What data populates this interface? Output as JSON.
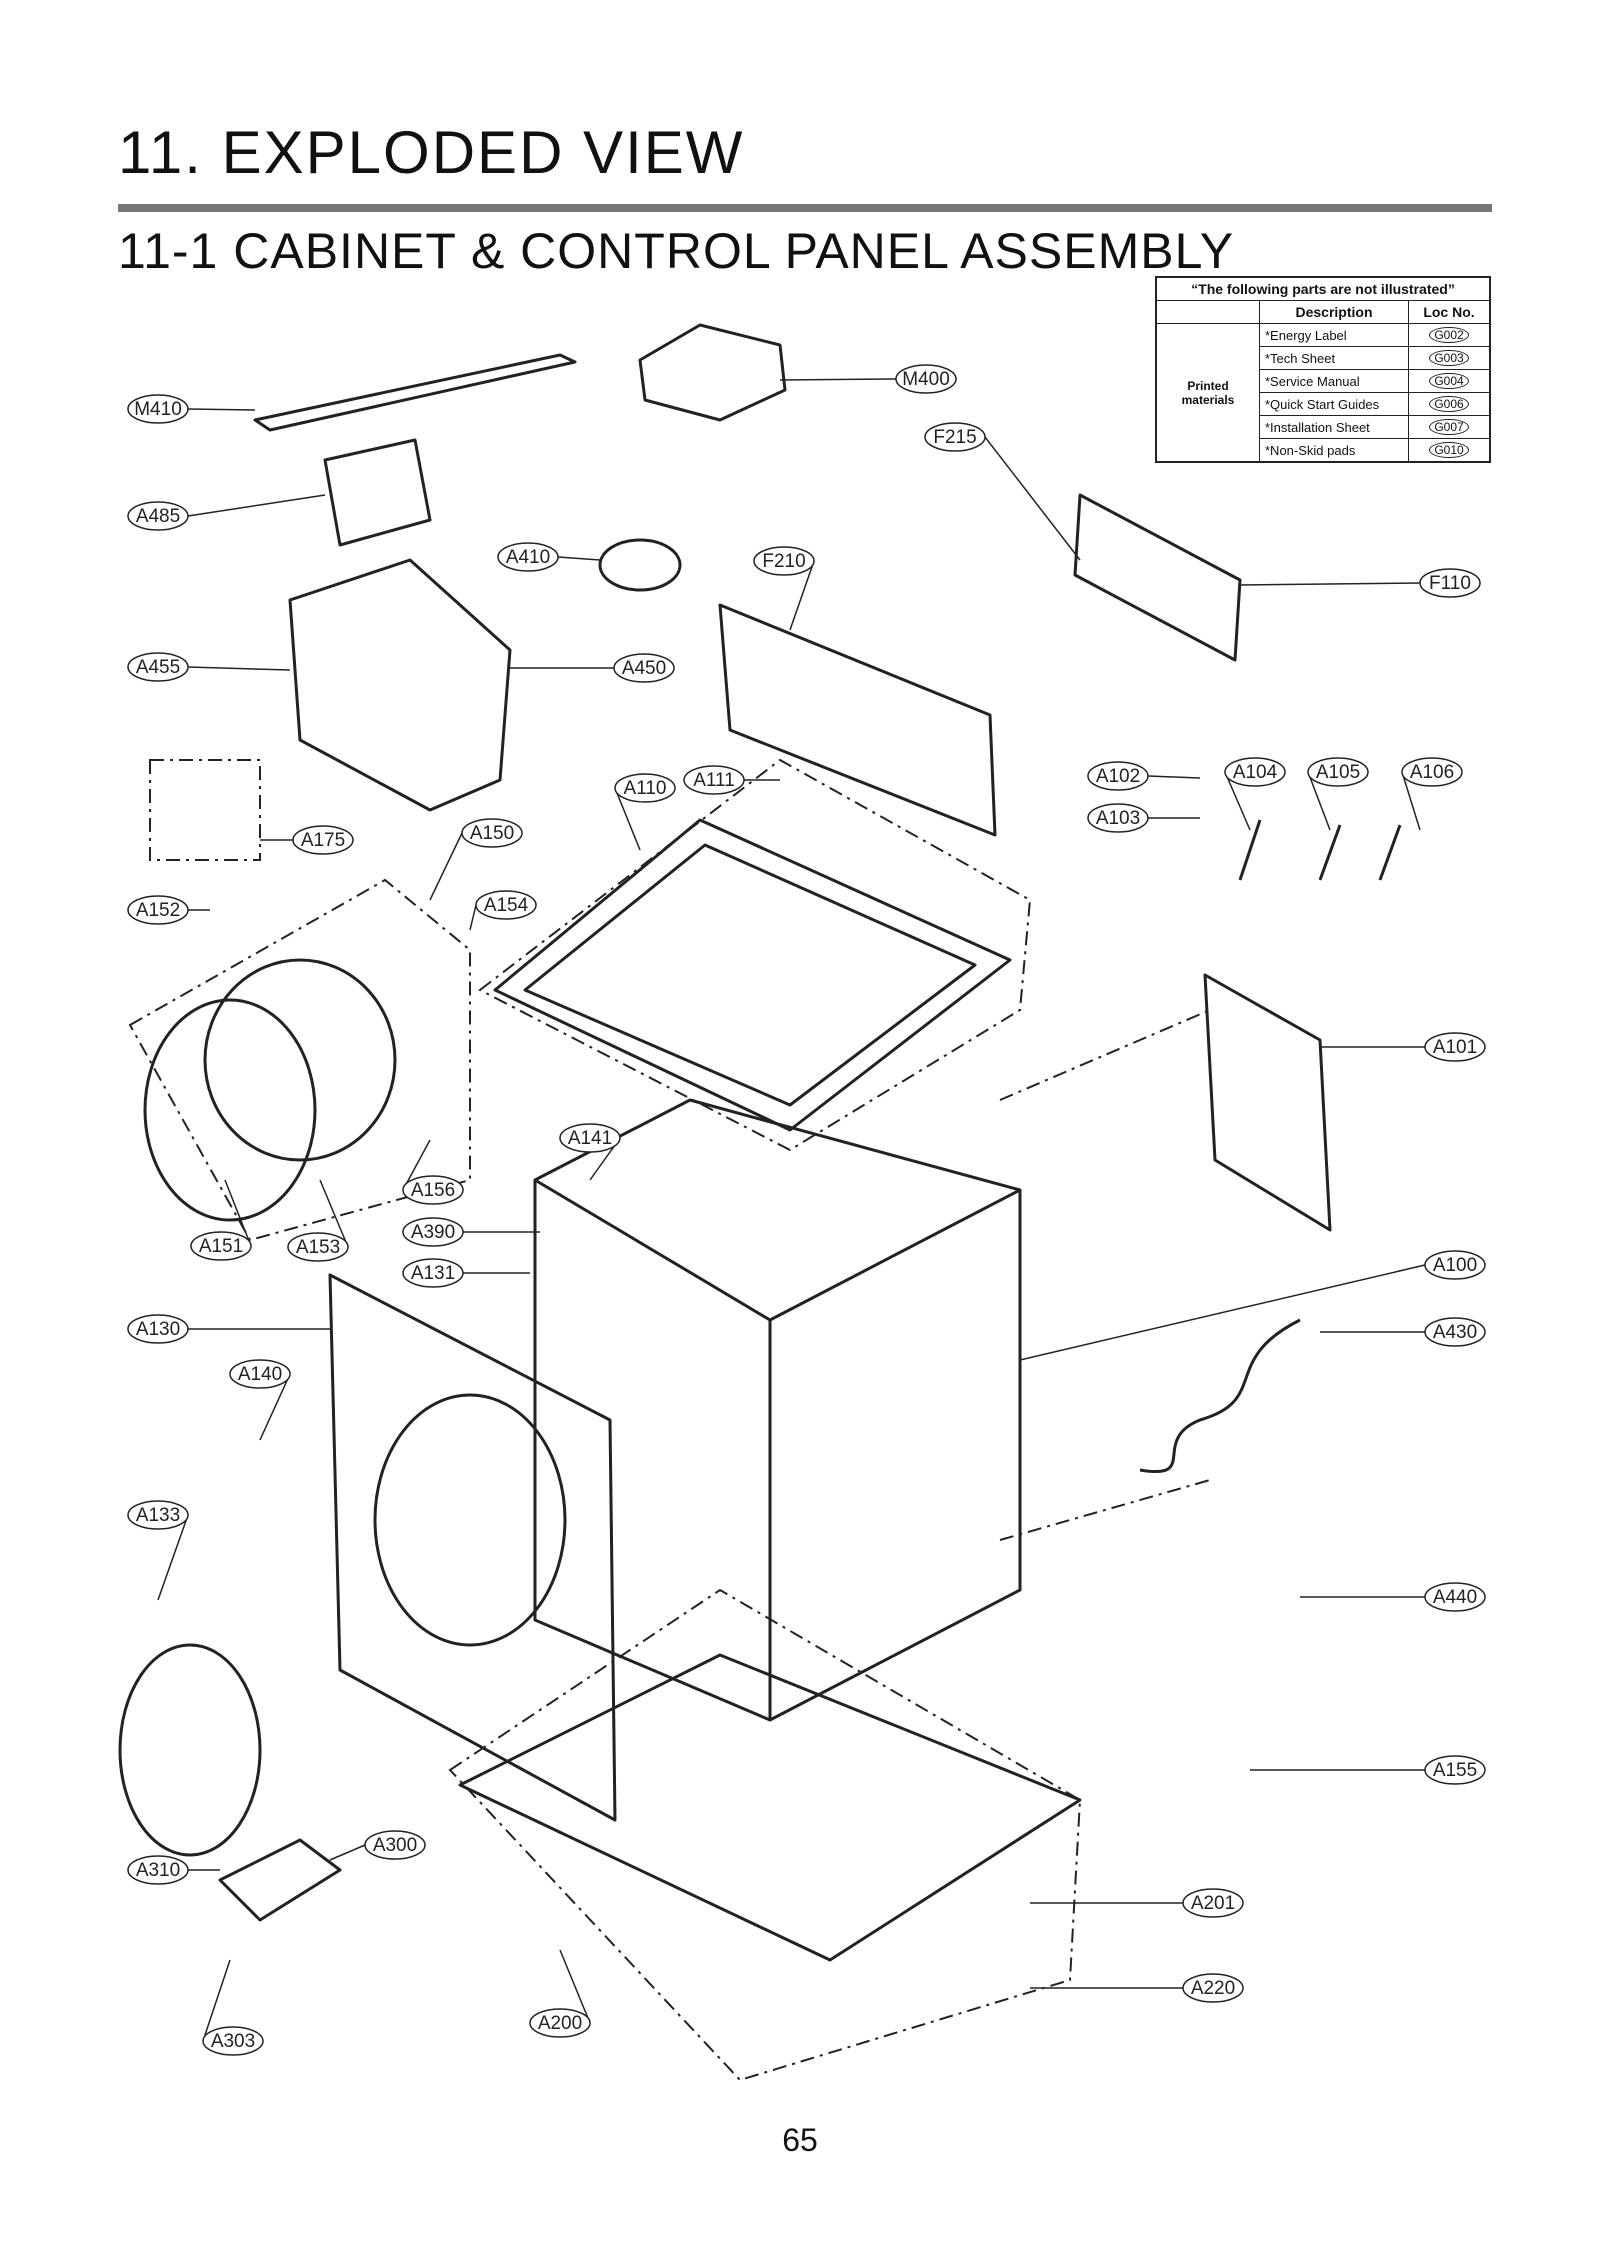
{
  "page": {
    "title": "11. EXPLODED VIEW",
    "subtitle": "11-1 CABINET & CONTROL PANEL ASSEMBLY",
    "page_number": "65"
  },
  "not_illustrated": {
    "heading": "“The following parts are not illustrated”",
    "col_description": "Description",
    "col_loc": "Loc No.",
    "group": "Printed materials",
    "rows": [
      {
        "desc": "*Energy Label",
        "loc": "G002"
      },
      {
        "desc": "*Tech Sheet",
        "loc": "G003"
      },
      {
        "desc": "*Service Manual",
        "loc": "G004"
      },
      {
        "desc": "*Quick Start Guides",
        "loc": "G006"
      },
      {
        "desc": "*Installation Sheet",
        "loc": "G007"
      },
      {
        "desc": "*Non-Skid pads",
        "loc": "G010"
      }
    ]
  },
  "callouts": [
    "M410",
    "M400",
    "F215",
    "A485",
    "A410",
    "F210",
    "F110",
    "A455",
    "A450",
    "A110",
    "A111",
    "A102",
    "A104",
    "A105",
    "A106",
    "A103",
    "A175",
    "A150",
    "A152",
    "A154",
    "A101",
    "A141",
    "A156",
    "A151",
    "A153",
    "A390",
    "A131",
    "A100",
    "A130",
    "A430",
    "A140",
    "A133",
    "A440",
    "A155",
    "A310",
    "A300",
    "A201",
    "A220",
    "A303",
    "A200"
  ]
}
